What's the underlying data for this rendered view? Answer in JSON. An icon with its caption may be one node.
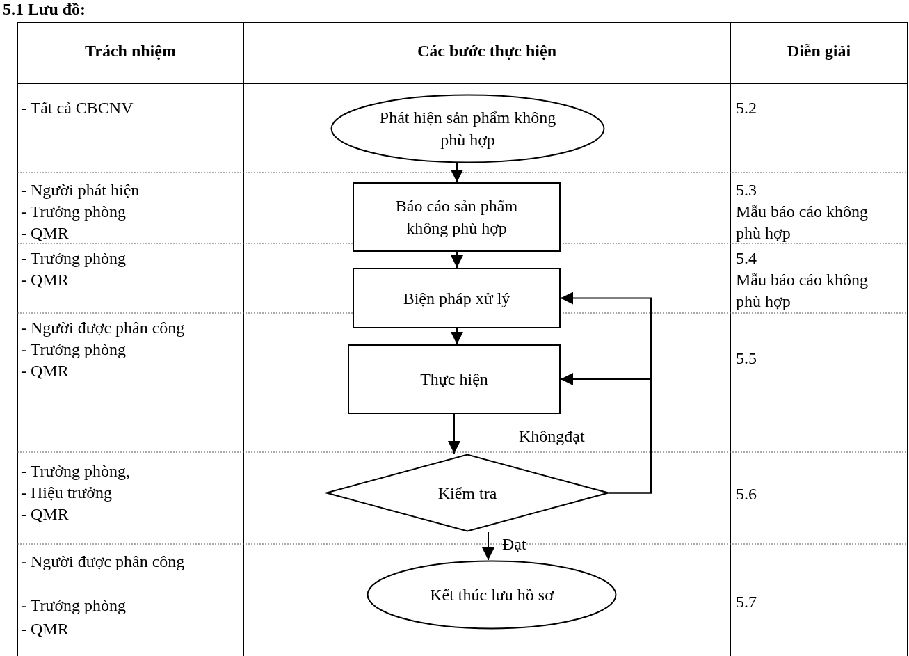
{
  "diagram": {
    "title": "5.1 Lưu đồ:",
    "nodes": [
      {
        "text": [
          "Phát hiện sản phẩm không phù hợp"
        ]
      },
      {
        "text": [
          "Báo cáo sản phẩm không phù hợp"
        ]
      },
      {
        "text": [
          "Biện pháp xử lý"
        ]
      },
      {
        "text": [
          "Thực hiện"
        ]
      },
      {
        "text": [
          "Kiểm tra"
        ]
      },
      {
        "text": [
          "Kết thúc lưu hồ sơ"
        ]
      }
    ],
    "edges": [
      {
        "from": 0,
        "to": 1,
        "arrow": "to"
      },
      {
        "from": 1,
        "to": 2,
        "arrow": "to"
      },
      {
        "from": 2,
        "to": 3,
        "arrow": "to"
      },
      {
        "from": 3,
        "to": 4,
        "arrow": "to"
      },
      {
        "from": 4,
        "to": 2,
        "arrow": "to",
        "label": "Khôngđạt"
      },
      {
        "from": 4,
        "to": 3,
        "arrow": "to"
      },
      {
        "from": 4,
        "to": 5,
        "arrow": "to",
        "label": "Đạt"
      }
    ],
    "labels": [
      "Trách nhiệm",
      "Các bước thực hiện",
      "Diễn giải",
      "- Tất cả CBCNV",
      "5.2",
      "- Người phát hiện",
      "- Trưởng phòng",
      "- QMR",
      "5.3",
      "Mẫu báo cáo không phù hợp",
      "- Trưởng phòng",
      "- QMR",
      "5.4",
      "Mẫu báo cáo không phù hợp",
      "- Người được phân công",
      "- Trưởng phòng",
      "- QMR",
      "5.5",
      "- Trưởng phòng,",
      "- Hiệu trưởng",
      "- QMR",
      "5.6",
      "- Người được phân công",
      "- Trưởng phòng",
      "- QMR",
      "5.7"
    ]
  }
}
